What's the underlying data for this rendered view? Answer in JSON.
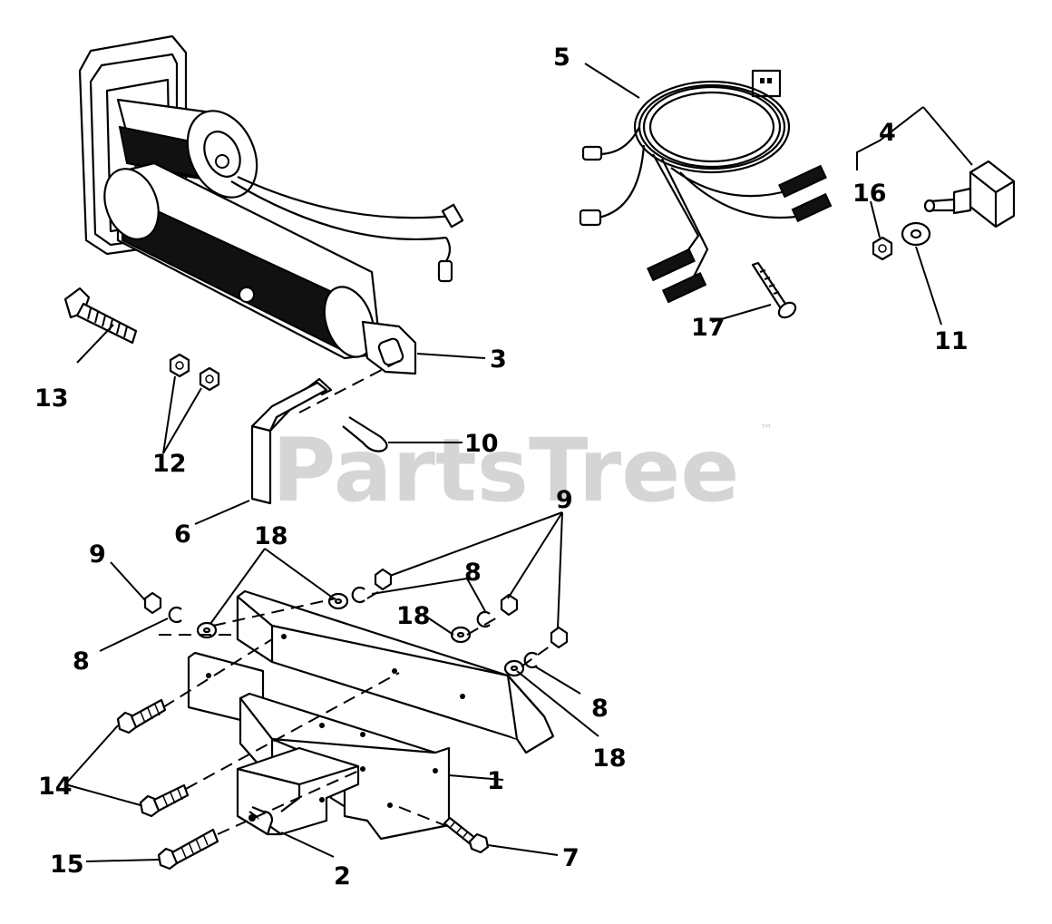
{
  "watermark": {
    "text": "PartsTree",
    "trademark": "™"
  },
  "callouts": [
    {
      "id": "1",
      "label": "1"
    },
    {
      "id": "2",
      "label": "2"
    },
    {
      "id": "3",
      "label": "3"
    },
    {
      "id": "4",
      "label": "4"
    },
    {
      "id": "5",
      "label": "5"
    },
    {
      "id": "6",
      "label": "6"
    },
    {
      "id": "7",
      "label": "7"
    },
    {
      "id": "8a",
      "label": "8"
    },
    {
      "id": "8b",
      "label": "8"
    },
    {
      "id": "8c",
      "label": "8"
    },
    {
      "id": "9a",
      "label": "9"
    },
    {
      "id": "9b",
      "label": "9"
    },
    {
      "id": "10",
      "label": "10"
    },
    {
      "id": "11",
      "label": "11"
    },
    {
      "id": "12",
      "label": "12"
    },
    {
      "id": "13",
      "label": "13"
    },
    {
      "id": "14",
      "label": "14"
    },
    {
      "id": "15",
      "label": "15"
    },
    {
      "id": "16",
      "label": "16"
    },
    {
      "id": "17",
      "label": "17"
    },
    {
      "id": "18a",
      "label": "18"
    },
    {
      "id": "18b",
      "label": "18"
    },
    {
      "id": "18c",
      "label": "18"
    }
  ]
}
